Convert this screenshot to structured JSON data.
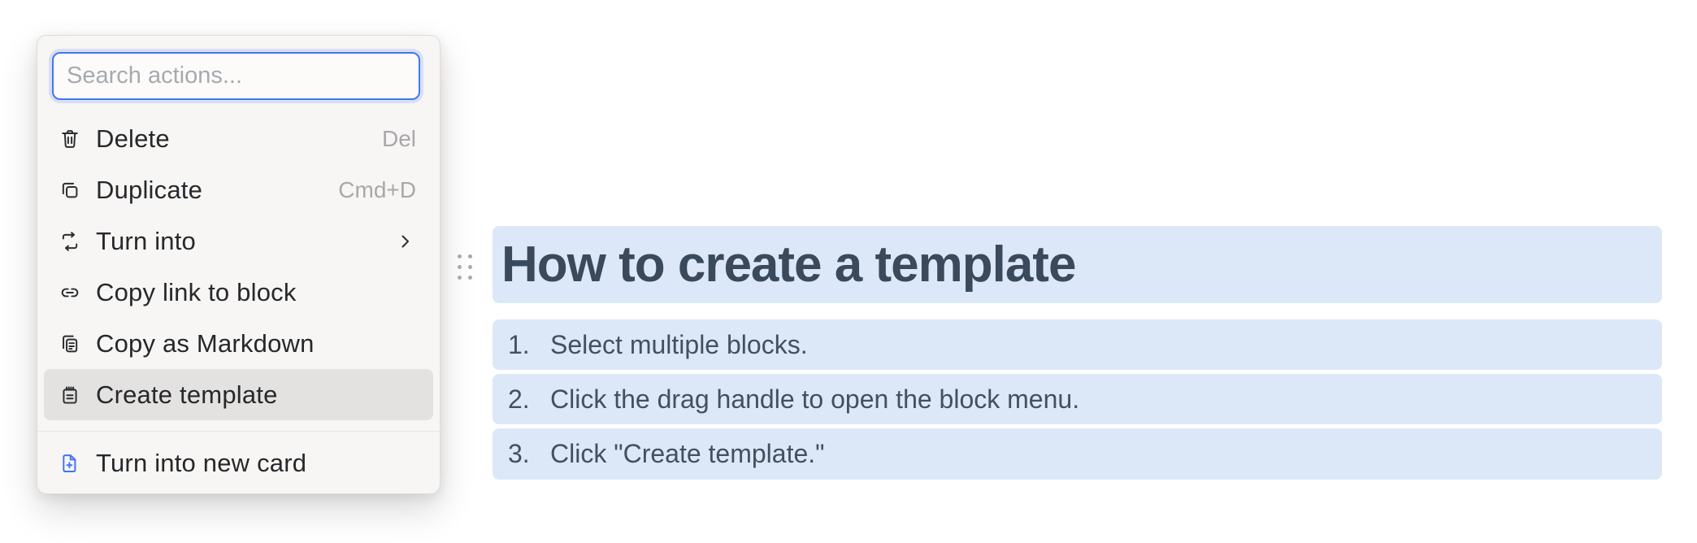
{
  "menu": {
    "search": {
      "placeholder": "Search actions...",
      "value": ""
    },
    "items": [
      {
        "label": "Delete",
        "shortcut": "Del",
        "icon": "trash-icon"
      },
      {
        "label": "Duplicate",
        "shortcut": "Cmd+D",
        "icon": "duplicate-icon"
      },
      {
        "label": "Turn into",
        "shortcut": "",
        "icon": "turn-into-icon",
        "has_submenu": true
      },
      {
        "label": "Copy link to block",
        "shortcut": "",
        "icon": "link-icon"
      },
      {
        "label": "Copy as Markdown",
        "shortcut": "",
        "icon": "copy-markdown-icon"
      },
      {
        "label": "Create template",
        "shortcut": "",
        "icon": "template-icon",
        "highlighted": true
      }
    ],
    "footer_item": {
      "label": "Turn into new card",
      "icon": "new-card-icon"
    }
  },
  "document": {
    "heading": "How to create a template",
    "list_items": [
      {
        "number": "1.",
        "text": "Select multiple blocks."
      },
      {
        "number": "2.",
        "text": "Click the drag handle to open the block menu."
      },
      {
        "number": "3.",
        "text": "Click \"Create template.\""
      }
    ]
  },
  "colors": {
    "selection_highlight": "#dce8f8",
    "menu_hover_highlight": "#e3e2e0",
    "accent_blue": "#4374f3",
    "focus_border_blue": "#4078f2"
  }
}
